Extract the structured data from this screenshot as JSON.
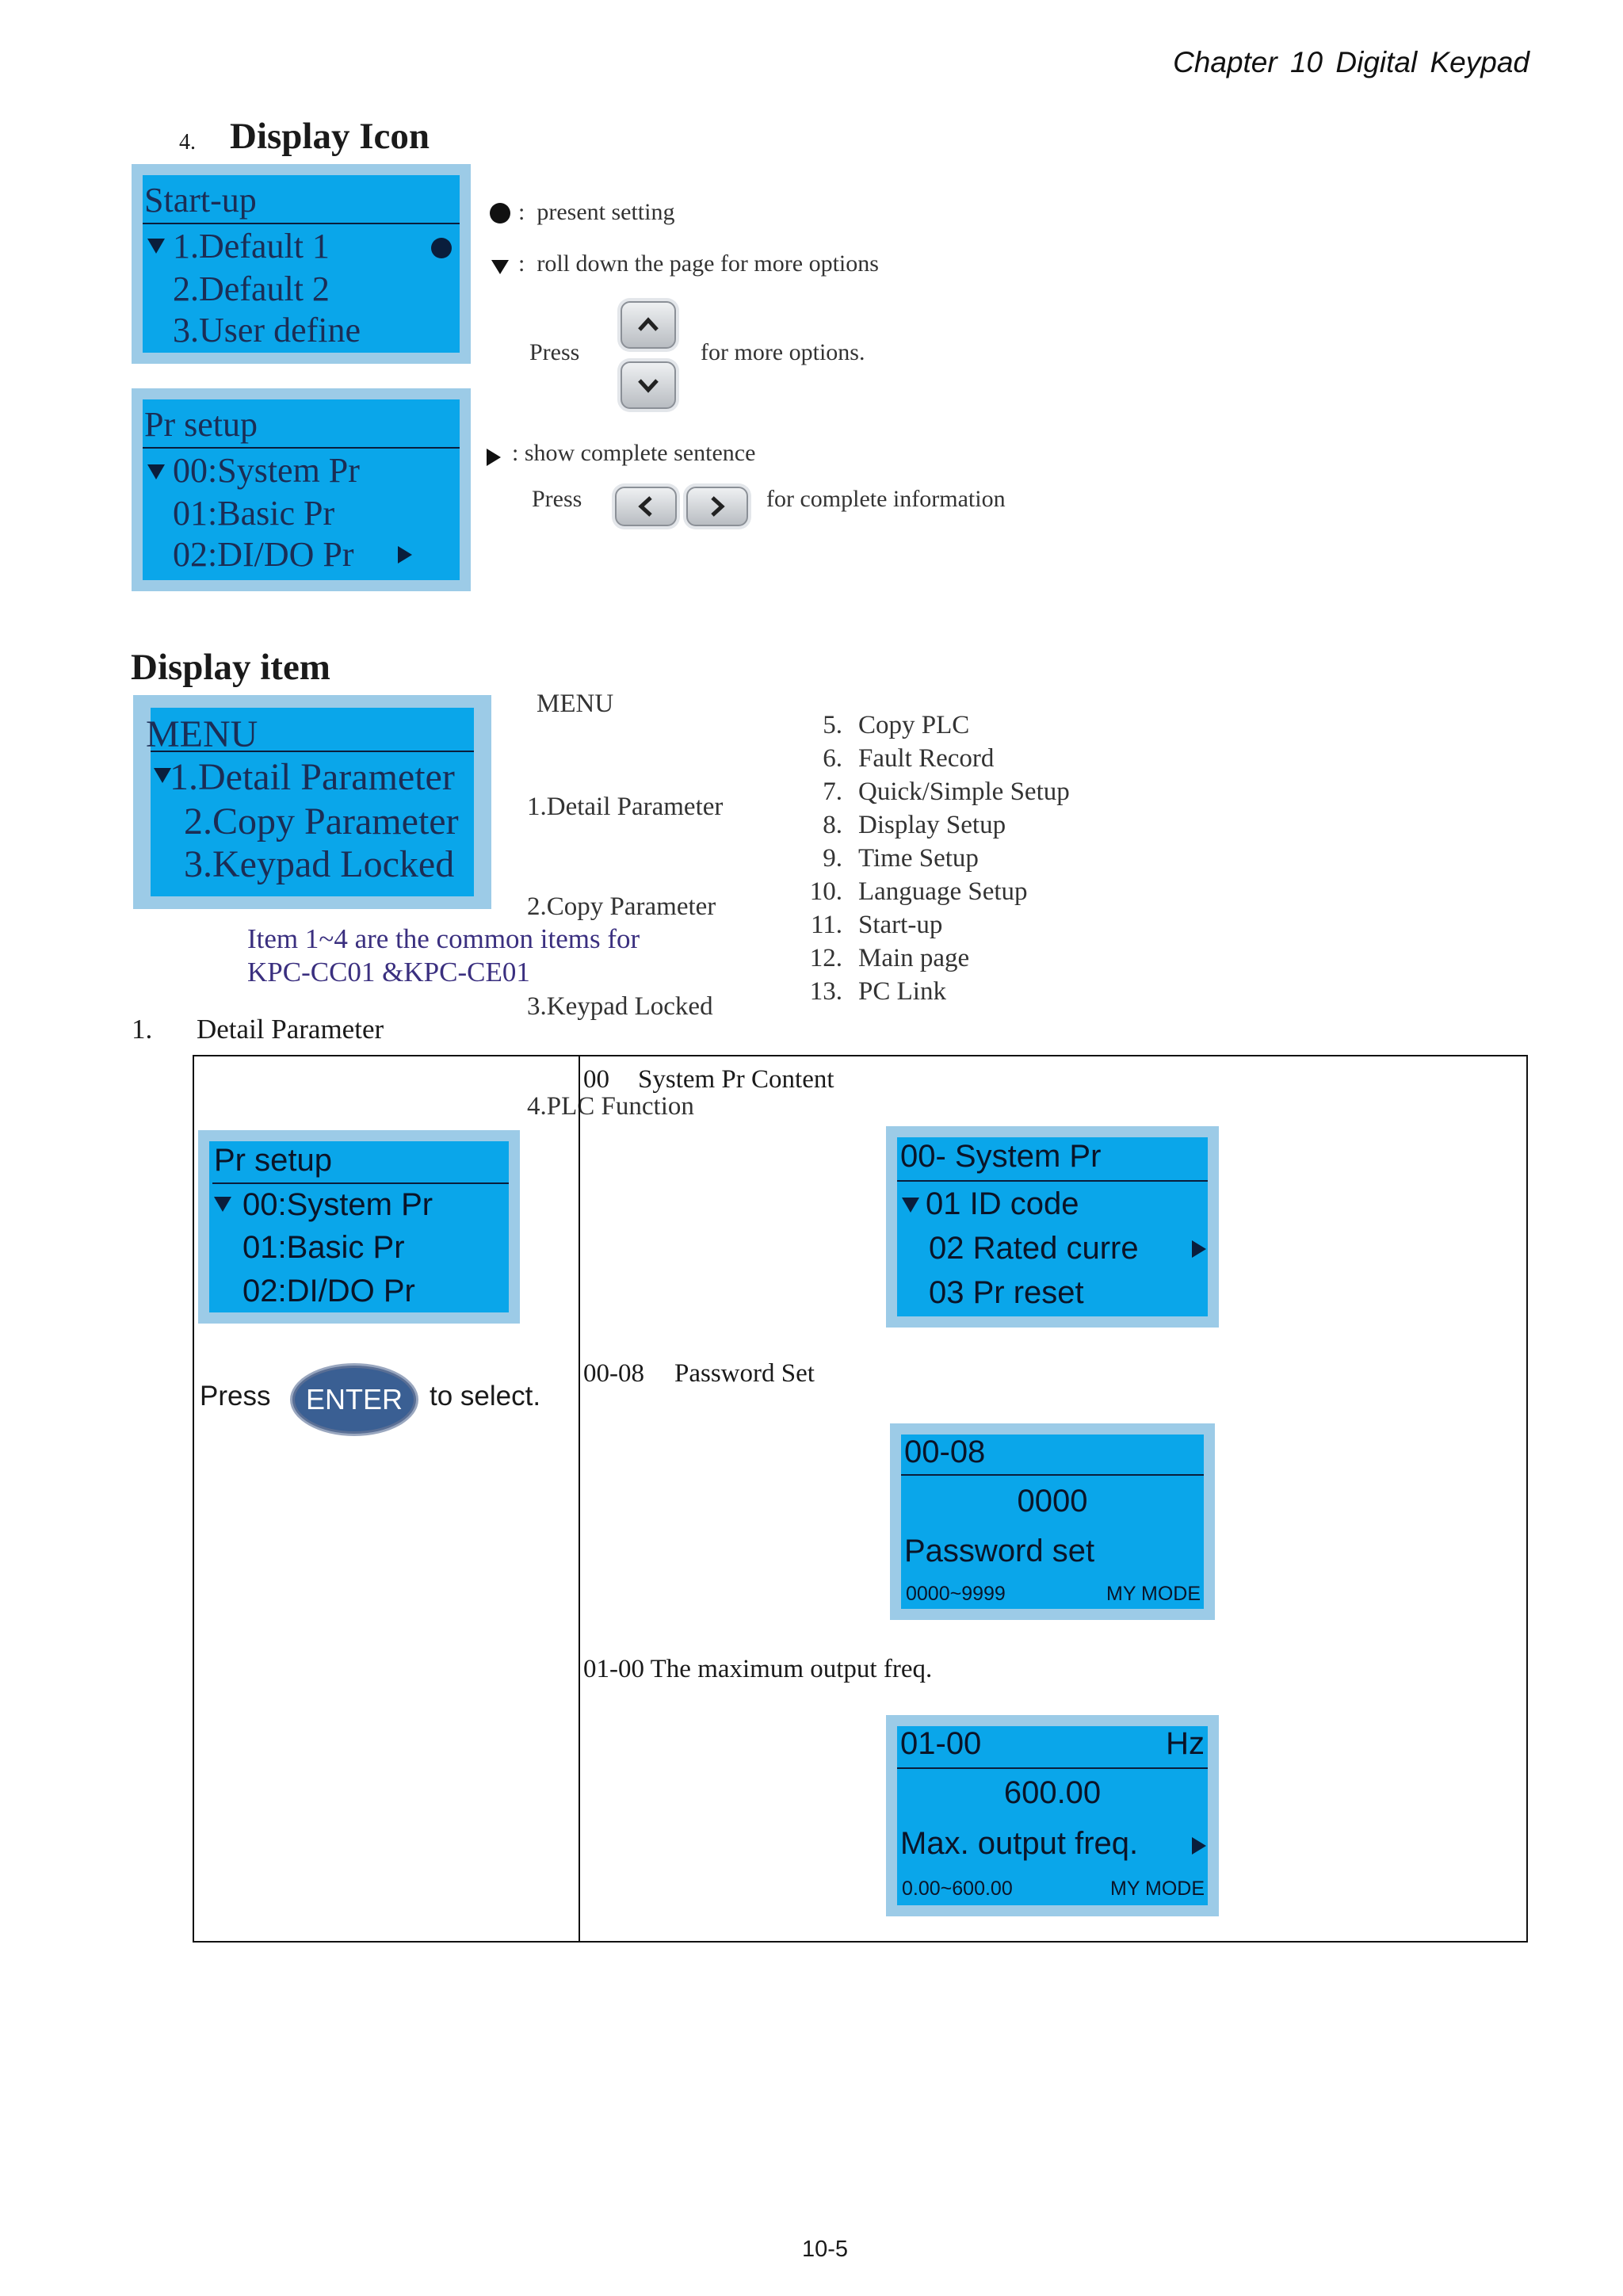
{
  "header": {
    "chapter": "Chapter  10  Digital  Keypad"
  },
  "section4": {
    "number": "4.",
    "title": "Display Icon"
  },
  "lcd_startup": {
    "title": "Start-up",
    "lines": [
      "1.Default 1",
      "2.Default 2",
      "3.User define"
    ]
  },
  "lcd_prsetup_old": {
    "title": "Pr setup",
    "lines": [
      "00:System Pr",
      "01:Basic Pr",
      "02:DI/DO Pr"
    ]
  },
  "legend": {
    "present_setting": ":  present setting",
    "roll_down": ":  roll down the page for more options",
    "press_updown_before": "Press",
    "press_updown_after": "for more options.",
    "show_complete": ": show complete sentence",
    "press_lr_before": "Press",
    "press_lr_after": "for complete information"
  },
  "display_item": {
    "title": "Display item"
  },
  "lcd_menu": {
    "title": "MENU",
    "lines": [
      "1.Detail Parameter",
      "2.Copy Parameter",
      "3.Keypad Locked"
    ]
  },
  "menu_list": {
    "title": "MENU",
    "items": [
      "1.Detail Parameter",
      "2.Copy Parameter",
      "3.Keypad Locked",
      "4.PLC Function"
    ]
  },
  "numbered_items": [
    {
      "n": "5.",
      "label": "Copy PLC"
    },
    {
      "n": "6.",
      "label": "Fault Record"
    },
    {
      "n": "7.",
      "label": "Quick/Simple Setup"
    },
    {
      "n": "8.",
      "label": "Display Setup"
    },
    {
      "n": "9.",
      "label": "Time Setup"
    },
    {
      "n": "10.",
      "label": "Language Setup"
    },
    {
      "n": "11.",
      "label": "Start-up"
    },
    {
      "n": "12.",
      "label": "Main page"
    },
    {
      "n": "13.",
      "label": "PC Link"
    }
  ],
  "common_note": {
    "line1": "Item 1~4 are the common items for",
    "line2": "KPC-CC01 &KPC-CE01"
  },
  "detail": {
    "number": "1.",
    "title": "Detail Parameter"
  },
  "left_cell": {
    "lcd": {
      "title": "Pr setup",
      "lines": [
        "00:System Pr",
        "01:Basic Pr",
        "02:DI/DO Pr"
      ]
    },
    "press": "Press",
    "enter": "ENTER",
    "to_select": "to select."
  },
  "right_cell": {
    "heading1_code": "00",
    "heading1_text": "System Pr Content",
    "lcd1": {
      "title": "00- System Pr",
      "lines": [
        "01 ID code",
        "02 Rated curre",
        "03 Pr reset"
      ]
    },
    "heading2_code": "00-08",
    "heading2_text": "Password Set",
    "lcd2": {
      "title": "00-08",
      "value": "0000",
      "label": "Password set",
      "range": "0000~9999",
      "mode": "MY MODE"
    },
    "heading3": "01-00 The maximum output freq.",
    "lcd3": {
      "title": "01-00",
      "unit": "Hz",
      "value": "600.00",
      "label": "Max. output freq.",
      "range": "0.00~600.00",
      "mode": "MY MODE"
    }
  },
  "footer": {
    "page": "10-5"
  },
  "colors": {
    "lcd_screen": "#0aa6ea",
    "lcd_frame": "#9ccbe7",
    "note_text": "#3a2f7f",
    "enter_button": "#3a5f93"
  }
}
